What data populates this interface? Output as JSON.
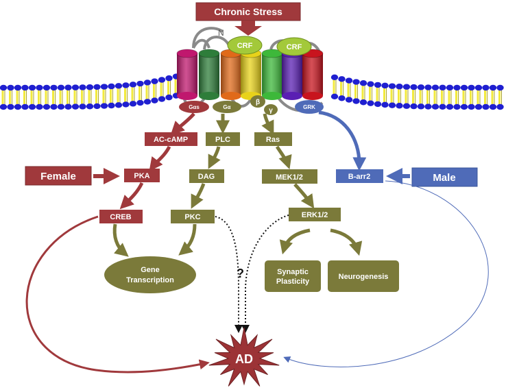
{
  "stress": {
    "label": "Chronic Stress"
  },
  "receptor": {
    "n_terminus": "N",
    "ligands": [
      "CRF",
      "CRF"
    ],
    "g_proteins": {
      "alpha_s": "Gαs",
      "alpha": "Gα",
      "beta": "β",
      "gamma": "γ",
      "grk": "GRK"
    }
  },
  "pathways": {
    "camp": {
      "ac_camp": "AC-cAMP",
      "pka": "PKA",
      "creb": "CREB"
    },
    "plc": {
      "plc": "PLC",
      "dag": "DAG",
      "pkc": "PKC"
    },
    "ras": {
      "ras": "Ras",
      "mek": "MEK1/2",
      "erk": "ERK1/2"
    },
    "arrestin": {
      "barr2": "B-arr2"
    }
  },
  "outcomes": {
    "gene_transcription": [
      "Gene",
      "Transcription"
    ],
    "synaptic_plasticity": [
      "Synaptic",
      "Plasticity"
    ],
    "neurogenesis": "Neurogenesis"
  },
  "sex": {
    "female": "Female",
    "male": "Male"
  },
  "disease": {
    "label": "AD",
    "unknown_link": "?"
  },
  "colors": {
    "red": "#a0393c",
    "olive": "#7b7a3a",
    "blue": "#4f6bb8",
    "ligand": "#a3c93a",
    "membrane_bead": "#1f1fd0",
    "membrane_tail": "#f2ea3d",
    "helices": [
      "#c0186e",
      "#2e7d3a",
      "#e06a1a",
      "#e8d21a",
      "#3db83a",
      "#5a1fb3",
      "#c8141e"
    ]
  }
}
